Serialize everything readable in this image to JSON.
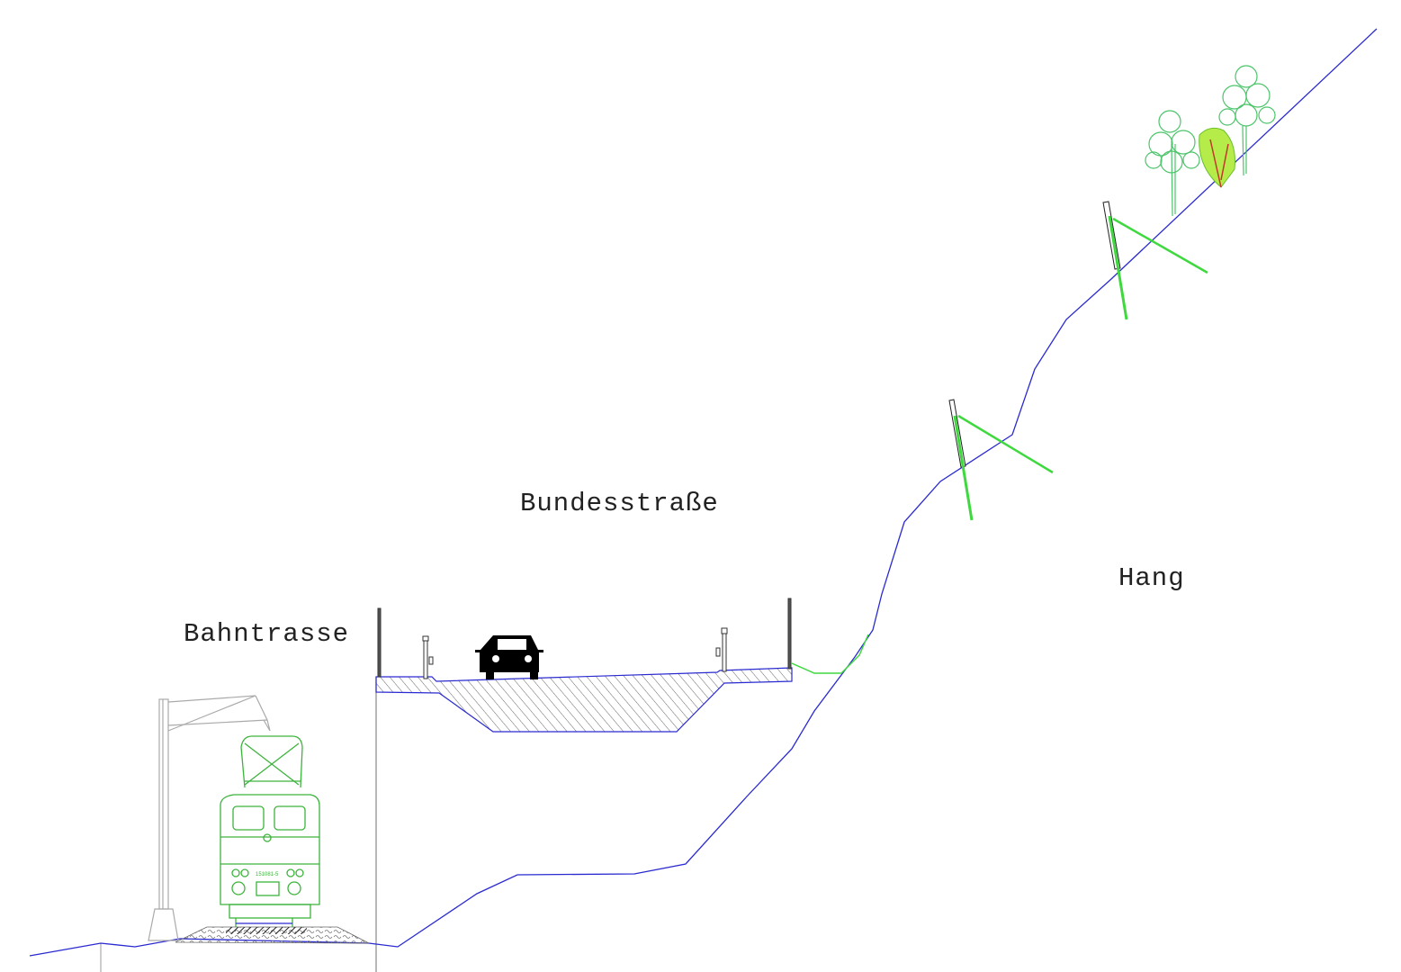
{
  "labels": {
    "railway": "Bahntrasse",
    "road": "Bundesstraße",
    "slope": "Hang"
  },
  "locomotive": {
    "number": "151081-5"
  },
  "colors": {
    "terrain": "#2a2ad0",
    "vegetation": "#3fd93f",
    "trees": "#4cc46a",
    "hatch": "#555555",
    "mast": "#aaaaaa"
  }
}
